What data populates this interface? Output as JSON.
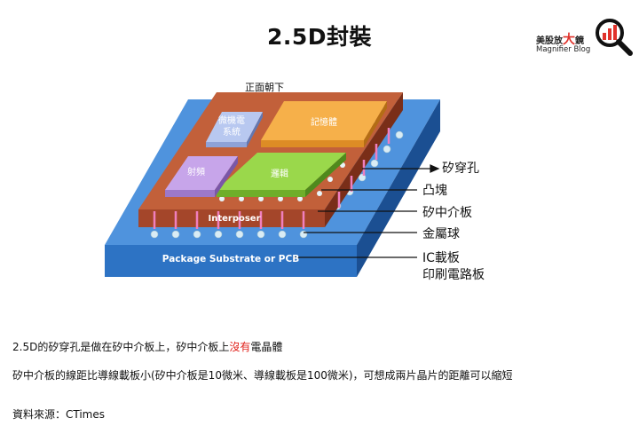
{
  "title": "2.5D封裝",
  "logo": {
    "cn_left": "美股放",
    "cn_big": "大",
    "cn_right": "鏡",
    "en": "Magnifier Blog",
    "icon": "magnifier-chart-icon"
  },
  "diagram": {
    "face_down_label": "正面朝下",
    "chips": {
      "mems": "微機電\n系統",
      "memory": "記憶體",
      "rf": "射頻",
      "logic": "邏輯"
    },
    "interposer_label": "Interposer",
    "substrate_label": "Package Substrate or PCB",
    "callouts": {
      "tsv": "矽穿孔",
      "bump": "凸塊",
      "interposer": "矽中介板",
      "ball": "金屬球",
      "substrate_line1": "IC載板",
      "substrate_line2": "印刷電路板"
    },
    "colors": {
      "substrate": "#2d73c4",
      "interposer": "#a4462a",
      "logic": "#8fcf3f",
      "memory": "#f2a23c",
      "rf": "#b98fe0",
      "mems": "#a6b8e8",
      "tsv": "#f07fbe"
    }
  },
  "notes": {
    "line1_a": "2.5D的矽穿孔是做在矽中介板上，矽中介板上",
    "line1_red": "沒有",
    "line1_b": "電晶體",
    "line2": "矽中介板的線距比導線載板小(矽中介板是10微米、導線載板是100微米)，可想成兩片晶片的距離可以縮短",
    "source": "資料來源：CTimes"
  }
}
